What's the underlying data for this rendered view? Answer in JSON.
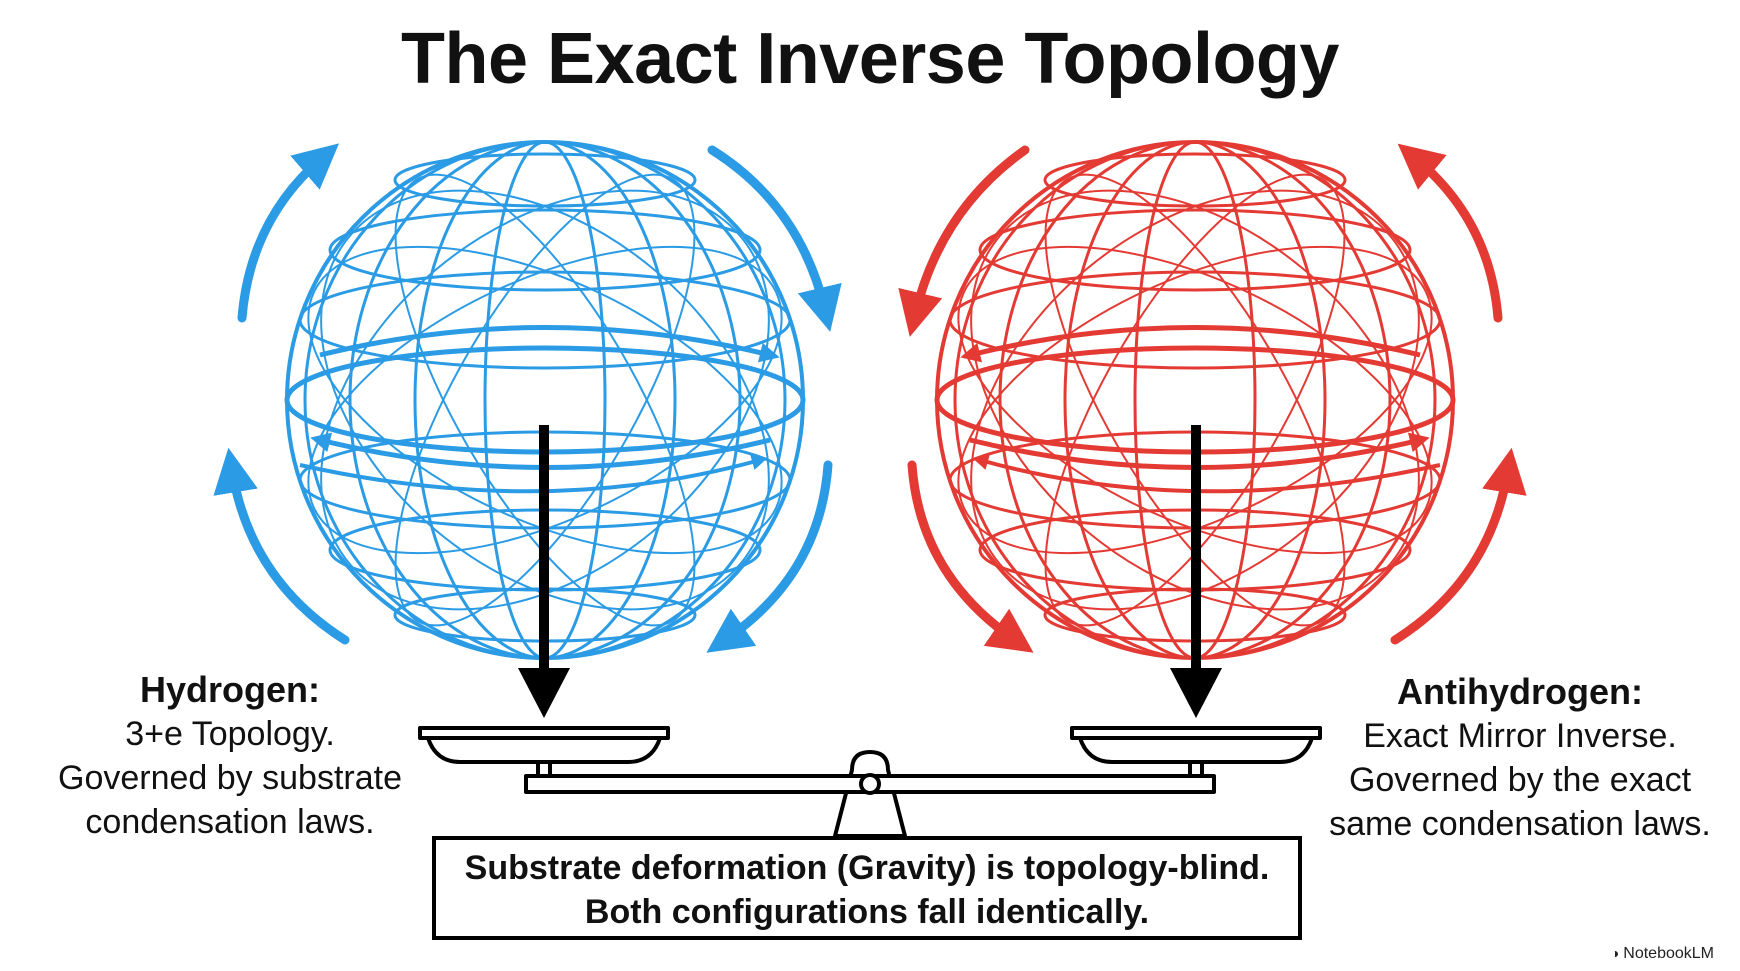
{
  "title": "The Exact Inverse Topology",
  "left": {
    "heading": "Hydrogen:",
    "lines": [
      "3+e Topology.",
      "Governed by substrate",
      "condensation laws."
    ],
    "color": "#2a9be4"
  },
  "right": {
    "heading": "Antihydrogen:",
    "lines": [
      "Exact Mirror Inverse.",
      "Governed by the exact",
      "same condensation laws."
    ],
    "color": "#e43a34"
  },
  "statement": {
    "line1": "Substrate deformation (Gravity) is topology-blind.",
    "line2": "Both configurations fall identically."
  },
  "watermark": {
    "text": "NotebookLM",
    "icon": "notebooklm-logo-icon"
  },
  "icons": {
    "left_sphere": "wireframe-sphere-icon",
    "right_sphere": "wireframe-sphere-icon",
    "scale": "balance-scale-icon",
    "down_arrow": "down-arrow-icon",
    "rotation_arrow": "curved-arrow-icon"
  }
}
